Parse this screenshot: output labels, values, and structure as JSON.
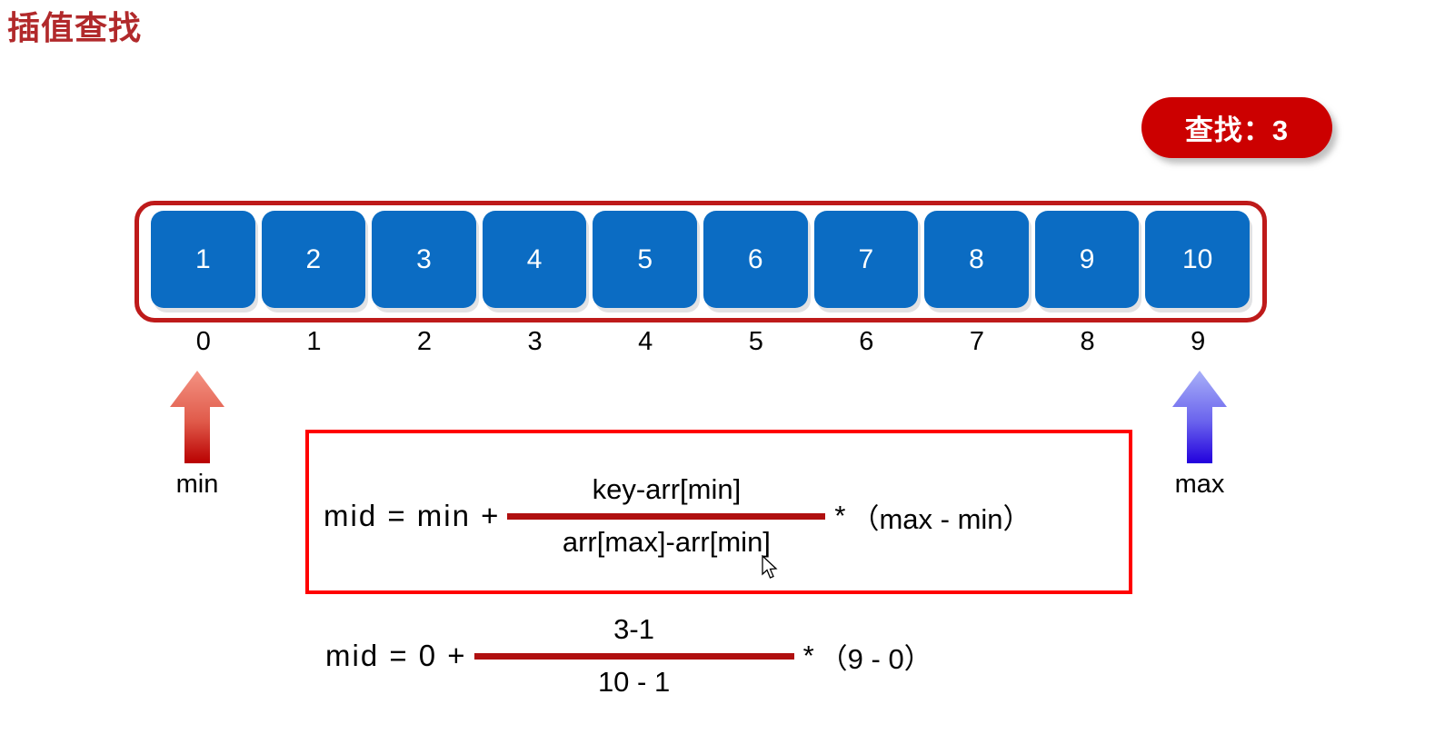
{
  "page": {
    "title": "插值查找",
    "title_color": "#B1292B",
    "background": "#ffffff"
  },
  "search_badge": {
    "label": "查找：3",
    "key": "3",
    "background": "#CC0000",
    "text_color": "#ffffff"
  },
  "array": {
    "frame_color": "#BE1A1A",
    "cell_color": "#0B6CC3",
    "cell_text_color": "#ffffff",
    "values": [
      "1",
      "2",
      "3",
      "4",
      "5",
      "6",
      "7",
      "8",
      "9",
      "10"
    ],
    "indices": [
      "0",
      "1",
      "2",
      "3",
      "4",
      "5",
      "6",
      "7",
      "8",
      "9"
    ]
  },
  "pointers": {
    "min": {
      "label": "min",
      "index": "0",
      "arrow_color_top": "#F08A7A",
      "arrow_color_bottom": "#C00000"
    },
    "max": {
      "label": "max",
      "index": "9",
      "arrow_color_top": "#9EA8F5",
      "arrow_color_bottom": "#2200DD"
    }
  },
  "formula_general": {
    "box_border_color": "#FF0000",
    "bar_color": "#B01010",
    "lhs": "mid  =  min  +",
    "numerator": "key-arr[min]",
    "denominator": "arr[max]-arr[min]",
    "operator": "*",
    "rhs": "（max - min）"
  },
  "formula_values": {
    "bar_color": "#B01010",
    "lhs": "mid  =   0   +",
    "numerator": "3-1",
    "denominator": "10 - 1",
    "operator": "*",
    "rhs": "（9 - 0）"
  }
}
